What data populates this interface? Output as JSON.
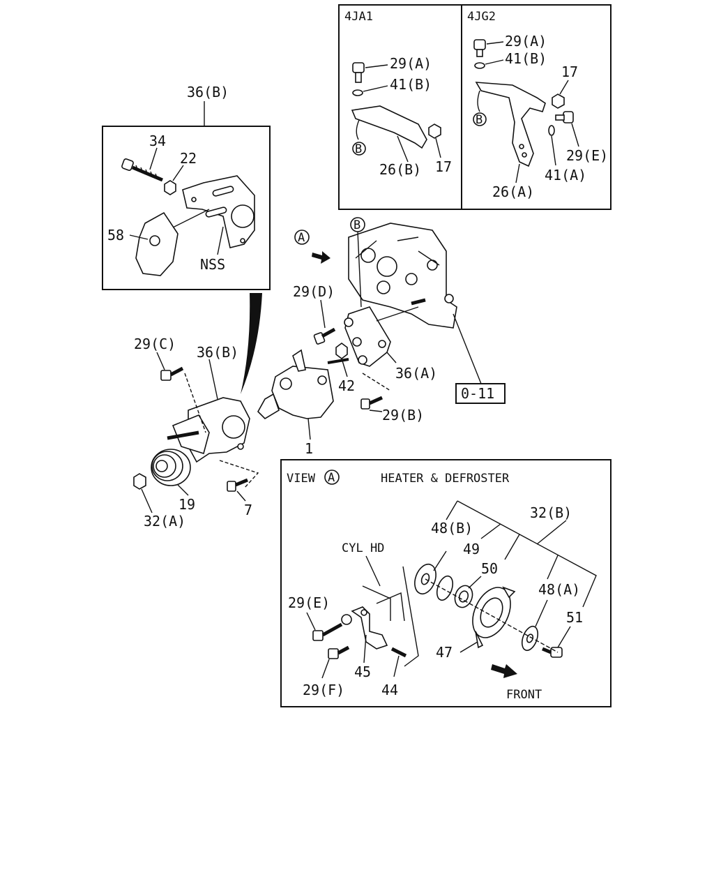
{
  "inset_4ja1": {
    "title": "4JA1",
    "labels": [
      "29(A)",
      "41(B)",
      "B",
      "26(B)",
      "17"
    ]
  },
  "inset_4jg2": {
    "title": "4JG2",
    "labels": [
      "29(A)",
      "41(B)",
      "17",
      "B",
      "29(E)",
      "41(A)",
      "26(A)"
    ]
  },
  "inset_nss": {
    "title": "36(B)",
    "labels": [
      "34",
      "22",
      "58",
      "NSS"
    ]
  },
  "main": {
    "labels": [
      "A",
      "B",
      "29(D)",
      "29(C)",
      "36(B)",
      "42",
      "36(A)",
      "29(B)",
      "0-11",
      "1",
      "19",
      "32(A)",
      "7"
    ]
  },
  "view_a": {
    "title_prefix": "VIEW",
    "title_circle": "A",
    "heading": "HEATER & DEFROSTER",
    "labels": [
      "32(B)",
      "48(B)",
      "49",
      "50",
      "CYL HD",
      "29(E)",
      "48(A)",
      "51",
      "47",
      "45",
      "44",
      "29(F)",
      "FRONT"
    ]
  }
}
